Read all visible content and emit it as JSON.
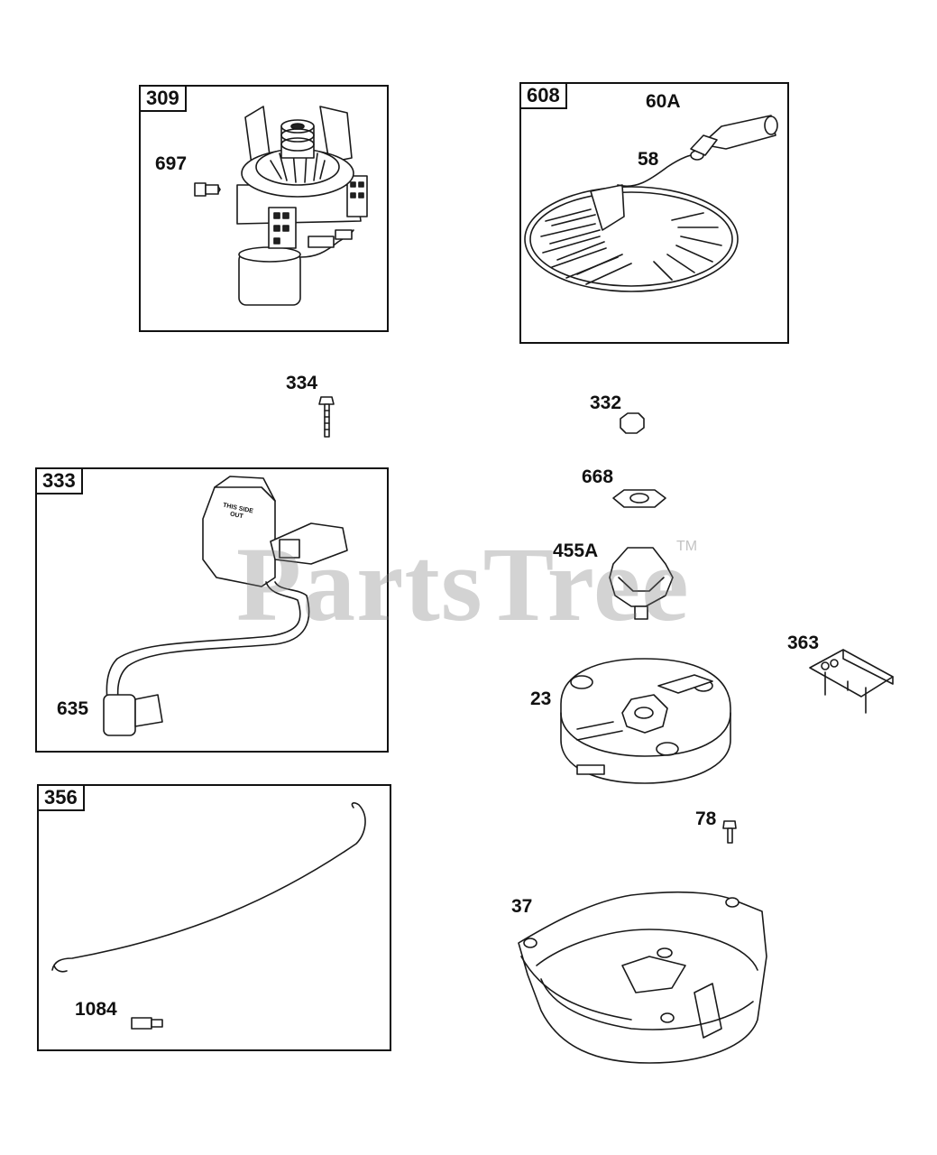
{
  "groups": {
    "g309": "309",
    "g608": "608",
    "g333": "333",
    "g356": "356"
  },
  "callouts": {
    "c697": "697",
    "c60A": "60A",
    "c58": "58",
    "c334": "334",
    "c332": "332",
    "c668": "668",
    "c455A": "455A",
    "c635": "635",
    "c363": "363",
    "c23": "23",
    "c78": "78",
    "c37": "37",
    "c1084": "1084"
  },
  "coil_label": "THIS SIDE OUT",
  "watermark": {
    "text": "PartsTree",
    "tm": "TM"
  }
}
